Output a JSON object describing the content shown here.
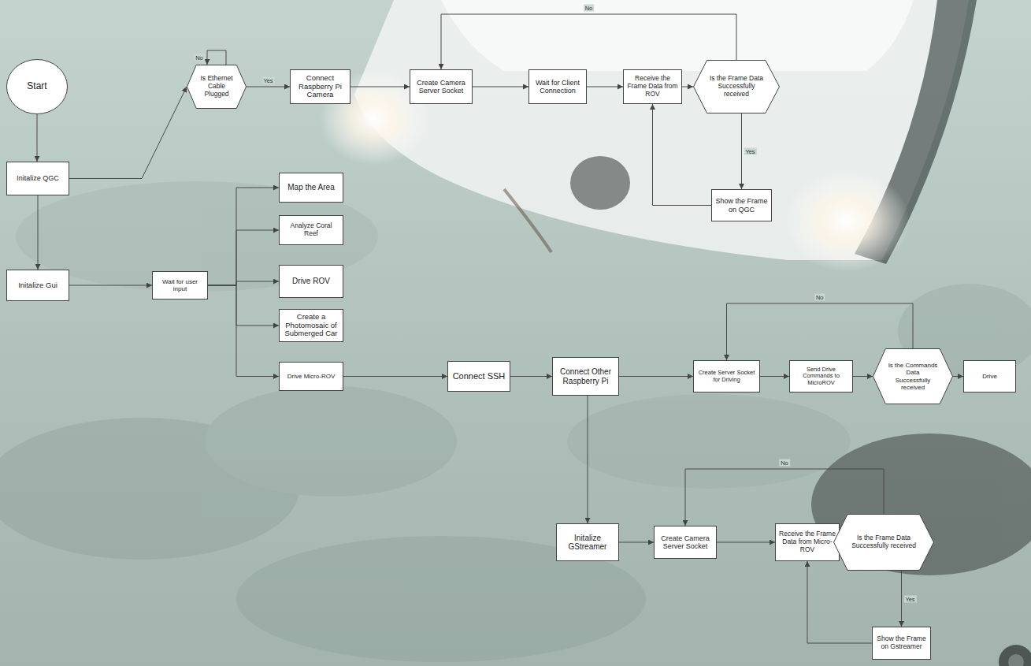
{
  "diagram": {
    "nodes": [
      {
        "text": [
          "Start"
        ]
      },
      {
        "text": [
          "Is Ethernet Cable Plugged"
        ]
      },
      {
        "text": [
          "Connect Raspberry Pi Camera"
        ]
      },
      {
        "text": [
          "Create Camera Server Socket"
        ]
      },
      {
        "text": [
          "Wait for Client Connection"
        ]
      },
      {
        "text": [
          "Receive the Frame Data from ROV"
        ]
      },
      {
        "text": [
          "Is the Frame Data Successfully received"
        ]
      },
      {
        "text": [
          "Show the Frame on QGC"
        ]
      },
      {
        "text": [
          "Initalize QGC"
        ]
      },
      {
        "text": [
          "Map the Area"
        ]
      },
      {
        "text": [
          "Analyze Coral Reef"
        ]
      },
      {
        "text": [
          "Initalize Gui"
        ]
      },
      {
        "text": [
          "Wait for user input"
        ]
      },
      {
        "text": [
          "Drive ROV"
        ]
      },
      {
        "text": [
          "Create a Photomosaic of Submerged Car"
        ]
      },
      {
        "text": [
          "Drive Micro-ROV"
        ]
      },
      {
        "text": [
          "Connect SSH"
        ]
      },
      {
        "text": [
          "Connect Other Raspberry Pi"
        ]
      },
      {
        "text": [
          "Create Server Socket for Driving"
        ]
      },
      {
        "text": [
          "Send Drive Commands to MicroROV"
        ]
      },
      {
        "text": [
          "Is the Commands Data Successfully received"
        ]
      },
      {
        "text": [
          "Drive"
        ]
      },
      {
        "text": [
          "Initalize GStreamer"
        ]
      },
      {
        "text": [
          "Create Camera Server Socket"
        ]
      },
      {
        "text": [
          "Receive the Frame Data from Micro-ROV"
        ]
      },
      {
        "text": [
          "Is the Frame Data Successfully received"
        ]
      },
      {
        "text": [
          "Show the Frame on Gstreamer"
        ]
      }
    ],
    "edges": [
      {
        "from": 0,
        "to": 8,
        "arrow": "to"
      },
      {
        "from": 8,
        "to": 11,
        "arrow": "to"
      },
      {
        "from": 8,
        "to": 1,
        "arrow": "to"
      },
      {
        "from": 1,
        "to": 1,
        "label": "No",
        "arrow": "to"
      },
      {
        "from": 1,
        "to": 2,
        "label": "Yes",
        "arrow": "to"
      },
      {
        "from": 2,
        "to": 3,
        "arrow": "to"
      },
      {
        "from": 3,
        "to": 4,
        "arrow": "to"
      },
      {
        "from": 4,
        "to": 5,
        "arrow": "to"
      },
      {
        "from": 5,
        "to": 6,
        "arrow": "to"
      },
      {
        "from": 6,
        "to": 3,
        "label": "No",
        "arrow": "to"
      },
      {
        "from": 6,
        "to": 7,
        "label": "Yes",
        "arrow": "to"
      },
      {
        "from": 7,
        "to": 5,
        "arrow": "to"
      },
      {
        "from": 11,
        "to": 12,
        "arrow": "to"
      },
      {
        "from": 12,
        "to": 9,
        "arrow": "to"
      },
      {
        "from": 12,
        "to": 10,
        "arrow": "to"
      },
      {
        "from": 12,
        "to": 13,
        "arrow": "to"
      },
      {
        "from": 12,
        "to": 14,
        "arrow": "to"
      },
      {
        "from": 12,
        "to": 15,
        "arrow": "to"
      },
      {
        "from": 15,
        "to": 16,
        "arrow": "to"
      },
      {
        "from": 16,
        "to": 17,
        "arrow": "to"
      },
      {
        "from": 17,
        "to": 18,
        "arrow": "to"
      },
      {
        "from": 18,
        "to": 19,
        "arrow": "to"
      },
      {
        "from": 19,
        "to": 20,
        "arrow": "to"
      },
      {
        "from": 20,
        "to": 21,
        "arrow": "to"
      },
      {
        "from": 20,
        "to": 18,
        "label": "No",
        "arrow": "to"
      },
      {
        "from": 17,
        "to": 22,
        "arrow": "to"
      },
      {
        "from": 22,
        "to": 23,
        "arrow": "to"
      },
      {
        "from": 23,
        "to": 24,
        "arrow": "to"
      },
      {
        "from": 24,
        "to": 25,
        "arrow": "to"
      },
      {
        "from": 25,
        "to": 23,
        "label": "No",
        "arrow": "to"
      },
      {
        "from": 25,
        "to": 26,
        "label": "Yes",
        "arrow": "to"
      },
      {
        "from": 26,
        "to": 24,
        "arrow": "to"
      }
    ]
  }
}
